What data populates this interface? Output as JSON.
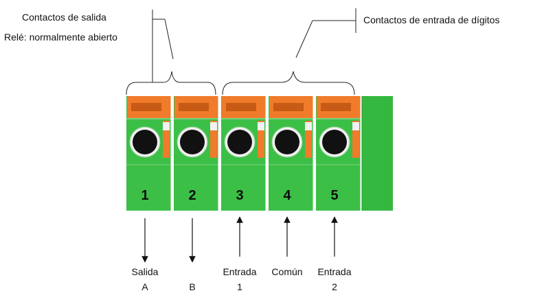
{
  "labels": {
    "output_contacts": "Contactos de salida",
    "relay_type": "Relé: normalmente abierto",
    "input_contacts": "Contactos de entrada de dígitos"
  },
  "terminals": [
    {
      "number": "1",
      "label_line1": "Salida",
      "label_line2": "A",
      "direction": "out"
    },
    {
      "number": "2",
      "label_line1": "",
      "label_line2": "B",
      "direction": "out"
    },
    {
      "number": "3",
      "label_line1": "Entrada",
      "label_line2": "1",
      "direction": "in"
    },
    {
      "number": "4",
      "label_line1": "Común",
      "label_line2": "",
      "direction": "in"
    },
    {
      "number": "5",
      "label_line1": "Entrada",
      "label_line2": "2",
      "direction": "in"
    }
  ],
  "colors": {
    "block_green": "#3cbf46",
    "block_green_dark": "#2ea338",
    "clamp_orange": "#f07b2a",
    "clamp_orange_dark": "#c75a14",
    "screw_hole": "#111111",
    "side_plate": "#35b83f"
  }
}
